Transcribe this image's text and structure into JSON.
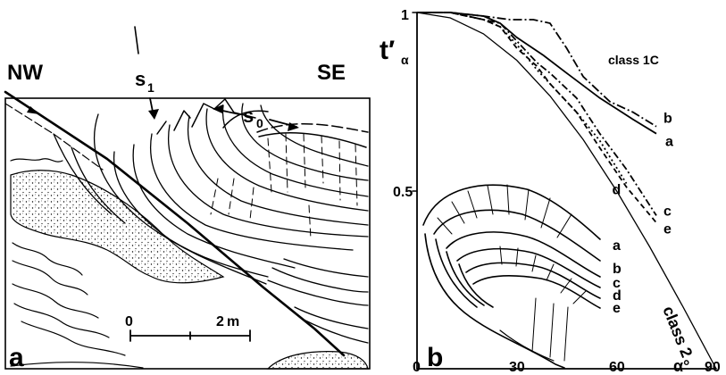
{
  "colors": {
    "ink": "#000000",
    "paper": "#ffffff"
  },
  "panel_a": {
    "label": "a",
    "direction_left": "NW",
    "direction_right": "SE",
    "cleavage_label": "s",
    "cleavage_sub": "1",
    "bedding_label": "s",
    "bedding_sub": "0",
    "scale_zero": "0",
    "scale_end": "2",
    "scale_unit": "m"
  },
  "panel_b": {
    "label": "b",
    "y_axis_label": "t′",
    "y_axis_sub": "α",
    "x_axis_label": "α°",
    "class_1c_label": "class 1C",
    "class_2_label": "class 2",
    "inset_curve_labels": [
      "a",
      "b",
      "c",
      "d",
      "e"
    ]
  },
  "chart_data": {
    "type": "line",
    "title": "",
    "xlabel": "α°",
    "ylabel": "t′α",
    "xlim": [
      0,
      90
    ],
    "ylim": [
      0,
      1
    ],
    "x_ticks": [
      "0",
      "30",
      "60",
      "90"
    ],
    "y_ticks": [
      "0.5",
      "1"
    ],
    "annotations": [
      "class 1C",
      "class 2"
    ],
    "series": [
      {
        "name": "a",
        "x": [
          0,
          10,
          20,
          25,
          30,
          38,
          45,
          55,
          65,
          72
        ],
        "y": [
          1.0,
          1.0,
          0.99,
          0.97,
          0.93,
          0.88,
          0.83,
          0.76,
          0.7,
          0.66
        ]
      },
      {
        "name": "b",
        "x": [
          0,
          10,
          20,
          28,
          35,
          40,
          45,
          50,
          58,
          65,
          72
        ],
        "y": [
          1.0,
          1.0,
          0.99,
          0.98,
          0.98,
          0.97,
          0.9,
          0.82,
          0.75,
          0.72,
          0.68
        ]
      },
      {
        "name": "c",
        "x": [
          0,
          10,
          20,
          25,
          30,
          36,
          40,
          48,
          55,
          63,
          72
        ],
        "y": [
          1.0,
          1.0,
          0.98,
          0.97,
          0.92,
          0.86,
          0.83,
          0.76,
          0.66,
          0.56,
          0.43
        ]
      },
      {
        "name": "d",
        "x": [
          0,
          10,
          20,
          25,
          30,
          36,
          40,
          48,
          55,
          63
        ],
        "y": [
          1.0,
          1.0,
          0.98,
          0.96,
          0.91,
          0.84,
          0.8,
          0.72,
          0.64,
          0.52
        ]
      },
      {
        "name": "e",
        "x": [
          0,
          10,
          20,
          25,
          30,
          36,
          40,
          48,
          55,
          63,
          72
        ],
        "y": [
          1.0,
          1.0,
          0.98,
          0.96,
          0.9,
          0.85,
          0.8,
          0.72,
          0.62,
          0.51,
          0.41
        ]
      },
      {
        "name": "class 2",
        "x": [
          0,
          10,
          20,
          30,
          40,
          50,
          60,
          70,
          80,
          90
        ],
        "y": [
          1.0,
          0.985,
          0.94,
          0.866,
          0.766,
          0.643,
          0.5,
          0.342,
          0.174,
          0.0
        ]
      }
    ]
  }
}
